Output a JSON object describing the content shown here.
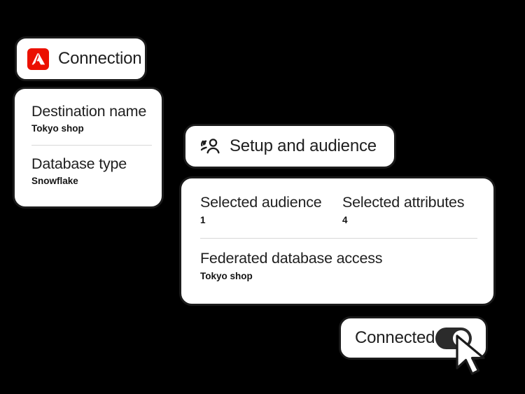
{
  "background_color": "#000000",
  "accent_color": "#EB1000",
  "connection": {
    "logo_icon": "adobe-logo-icon",
    "label": "Connection"
  },
  "destination": {
    "fields": [
      {
        "title": "Destination name",
        "value": "Tokyo shop"
      },
      {
        "title": "Database type",
        "value": "Snowflake"
      }
    ]
  },
  "setup": {
    "icon": "audience-users-icon",
    "label": "Setup and audience"
  },
  "summary": {
    "stats": [
      {
        "label": "Selected audience",
        "value": "1"
      },
      {
        "label": "Selected attributes",
        "value": "4"
      }
    ],
    "federated": {
      "title": "Federated database access",
      "value": "Tokyo shop"
    }
  },
  "connected": {
    "label": "Connected",
    "toggle_state": "on",
    "toggle_color": "#2b2b2b"
  },
  "cursor": {
    "icon": "mouse-pointer-icon"
  }
}
